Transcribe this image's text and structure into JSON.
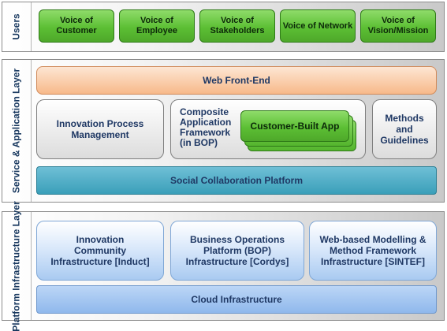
{
  "layers": {
    "users": {
      "label": "Users"
    },
    "service": {
      "label": "Service & Application Layer"
    },
    "platform": {
      "label": "Platform Infrastructure Layer"
    }
  },
  "users": {
    "items": [
      {
        "label": "Voice of Customer"
      },
      {
        "label": "Voice of Employee"
      },
      {
        "label": "Voice of Stakeholders"
      },
      {
        "label": "Voice of Network"
      },
      {
        "label": "Voice of Vision/Mission"
      }
    ]
  },
  "service": {
    "web_front_end": "Web Front-End",
    "innovation_process": "Innovation Process Management",
    "composite_framework": "Composite Application Framework (in BOP)",
    "customer_built_app": "Customer-Built App",
    "methods": "Methods and Guidelines",
    "social_platform": "Social Collaboration Platform"
  },
  "platform": {
    "innovation_infra": "Innovation Community Infrastructure [Induct]",
    "bop_infra": "Business Operations Platform (BOP) Infrastructure [Cordys]",
    "modelling_infra": "Web-based Modelling & Method Framework Infrastructure [SINTEF]",
    "cloud": "Cloud Infrastructure"
  },
  "colors": {
    "label_text": "#17375e",
    "green": "#5cbf34",
    "orange": "#f7b98a",
    "teal": "#3a9fb9",
    "blue": "#8fb8ec"
  }
}
